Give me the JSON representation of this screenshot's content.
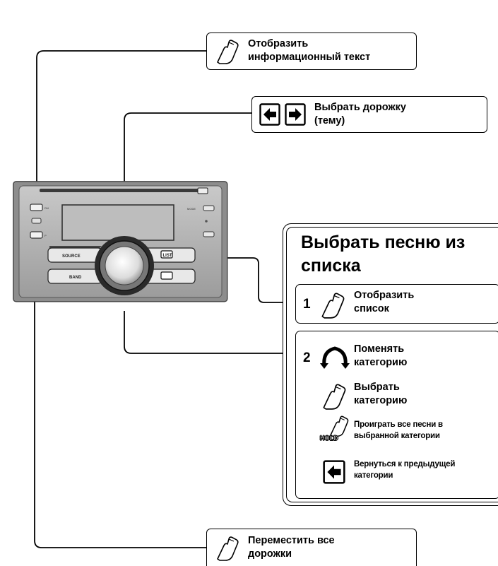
{
  "callouts": {
    "info_text": {
      "line1": "Отобразить",
      "line2": "информационный текст"
    },
    "select_track": {
      "line1": "Выбрать дорожку",
      "line2": "(тему)"
    },
    "move_all": {
      "line1": "Переместить все",
      "line2": "дорожки"
    }
  },
  "panel": {
    "title_line1": "Выбрать песню из",
    "title_line2": "списка",
    "step1": {
      "number": "1",
      "line1": "Отобразить",
      "line2": "список"
    },
    "step2": {
      "number": "2",
      "rotate": {
        "line1": "Поменять",
        "line2": "категорию"
      },
      "press": {
        "line1": "Выбрать",
        "line2": "категорию"
      },
      "hold": {
        "badge": "HOLD",
        "line1": "Проиграть все песни в",
        "line2": "выбранной категории"
      },
      "back": {
        "line1": "Вернуться к предыдущей",
        "line2": "категории"
      }
    }
  },
  "device": {
    "source_label": "SOURCE",
    "band_label": "BAND",
    "list_label": "LIST"
  },
  "icons": [
    "finger-press-icon",
    "left-arrow-key-icon",
    "right-arrow-key-icon",
    "rotate-knob-icon",
    "hold-badge-icon"
  ]
}
